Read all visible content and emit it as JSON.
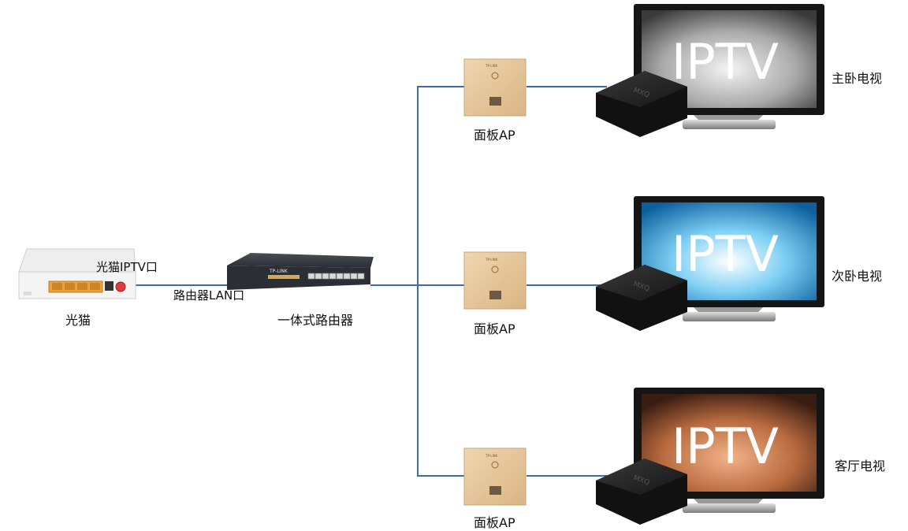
{
  "diagram": {
    "modem": {
      "label": "光猫",
      "port_label": "光猫IPTV口"
    },
    "router": {
      "label": "一体式路由器",
      "port_label": "路由器LAN口",
      "brand": "TP-LINK"
    },
    "access_points": [
      {
        "label": "面板AP",
        "brand": "TP-LINK"
      },
      {
        "label": "面板AP",
        "brand": "TP-LINK"
      },
      {
        "label": "面板AP",
        "brand": "TP-LINK"
      }
    ],
    "tvs": [
      {
        "screen_text": "IPTV",
        "label": "主卧电视",
        "box_logo": "MXQ"
      },
      {
        "screen_text": "IPTV",
        "label": "次卧电视",
        "box_logo": "MXQ"
      },
      {
        "screen_text": "IPTV",
        "label": "客厅电视",
        "box_logo": "MXQ"
      }
    ],
    "colors": {
      "connection_line": "#3b6bb5",
      "ap_panel": "#e6c79c",
      "tv_screen_1": "#8a8a8a",
      "tv_screen_2": "#2b9bd6",
      "tv_screen_3": "#c0794a"
    }
  }
}
